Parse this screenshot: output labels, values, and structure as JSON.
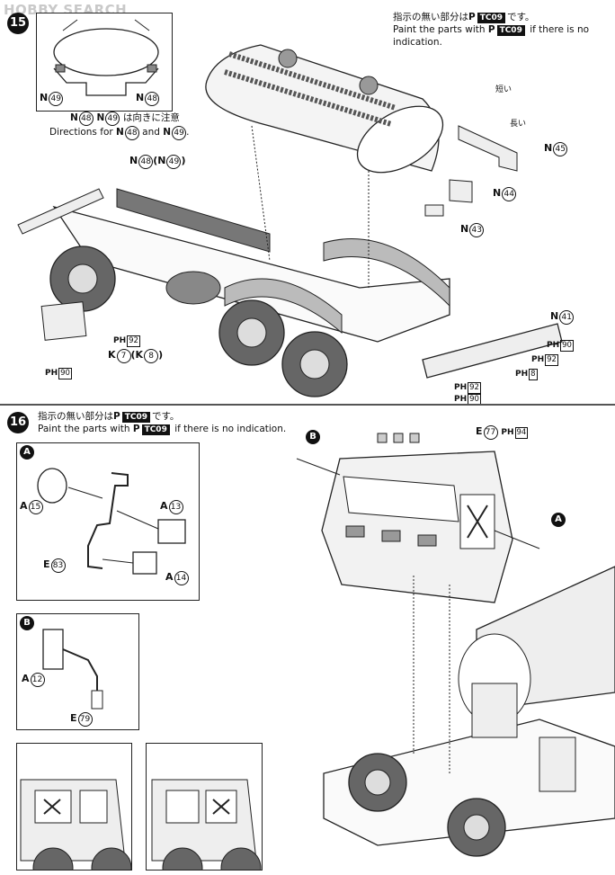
{
  "watermark": "HOBBY SEARCH",
  "step15": {
    "number": "15",
    "note_jp_pre": "指示の無い部分は",
    "note_jp_post": "です。",
    "note_en_pre": "Paint the parts with",
    "note_en_post": "if there is no indication.",
    "paint_p": "P",
    "paint_code": "TC09",
    "inset_left_label": "N",
    "inset_left_num": "49",
    "inset_right_label": "N",
    "inset_right_num": "48",
    "direction_jp_a": "N",
    "direction_jp_a_num": "48",
    "direction_jp_b": "N",
    "direction_jp_b_num": "49",
    "direction_jp_tail": "は向きに注意",
    "direction_en_pre": "Directions for",
    "direction_en_and": "and",
    "n48_n49_a": "N",
    "n48_n49_a_num": "48",
    "n48_n49_b": "(N",
    "n48_n49_b_num": "49",
    "n48_n49_close": ")",
    "short_jp": "短い",
    "long_jp": "長い",
    "n45": "N",
    "n45_num": "45",
    "n44": "N",
    "n44_num": "44",
    "n43": "N",
    "n43_num": "43",
    "n41": "N",
    "n41_num": "41",
    "k7": "K",
    "k7_num": "7",
    "k8_open": "(K",
    "k8_num": "8",
    "k8_close": ")",
    "ph": "PH",
    "ph92": "92",
    "ph90": "90",
    "ph8": "8"
  },
  "step16": {
    "number": "16",
    "note_jp_pre": "指示の無い部分は",
    "note_jp_post": "です。",
    "note_en_pre": "Paint the parts with",
    "note_en_post": "if there is no indication.",
    "paint_p": "P",
    "paint_code": "TC09",
    "sub_a": "A",
    "sub_b": "B",
    "a15": "A",
    "a15_num": "15",
    "a13": "A",
    "a13_num": "13",
    "a14": "A",
    "a14_num": "14",
    "e83": "E",
    "e83_num": "83",
    "a12": "A",
    "a12_num": "12",
    "e79": "E",
    "e79_num": "79",
    "e77": "E",
    "e77_num": "77",
    "ph94": "94",
    "ph": "PH"
  }
}
